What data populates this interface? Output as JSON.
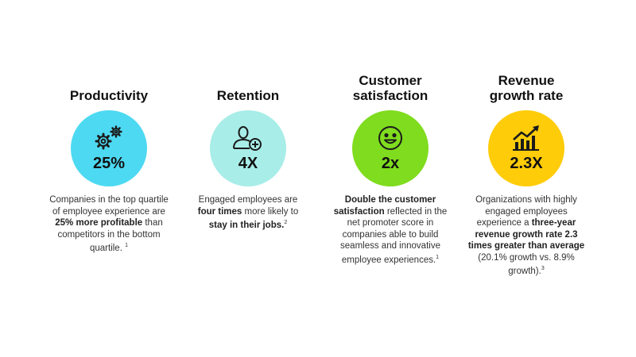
{
  "stats": [
    {
      "title_lines": [
        "Productivity"
      ],
      "value": "25%",
      "color": "#4dd9f2",
      "icon": "gears-icon",
      "desc": {
        "p1": "Companies in the top quartile of employee experience are ",
        "b1": "25% more profitable",
        "p2": " than competitors in the bottom quartile. ",
        "sup": "1"
      }
    },
    {
      "title_lines": [
        "Retention"
      ],
      "value": "4X",
      "color": "#a8ede8",
      "icon": "add-user-icon",
      "desc": {
        "p1": "Engaged employees are ",
        "b1": "four times",
        "p2": " more likely to ",
        "b2": "stay in their jobs.",
        "sup": "2"
      }
    },
    {
      "title_lines": [
        "Customer",
        "satisfaction"
      ],
      "value": "2x",
      "color": "#7fdc1e",
      "icon": "smiley-icon",
      "desc": {
        "b1": "Double the customer satisfaction",
        "p1": " reflected in the net promoter score in companies able to build seamless and innovative employee experiences.",
        "sup": "1"
      }
    },
    {
      "title_lines": [
        "Revenue",
        "growth rate"
      ],
      "value": "2.3X",
      "color": "#ffcc0a",
      "icon": "growth-chart-icon",
      "desc": {
        "p1": "Organizations with highly engaged employees experience a ",
        "b1": "three-year revenue growth rate 2.3 times greater than average",
        "p2": " (20.1% growth vs. 8.9% growth).",
        "sup": "3"
      }
    }
  ]
}
